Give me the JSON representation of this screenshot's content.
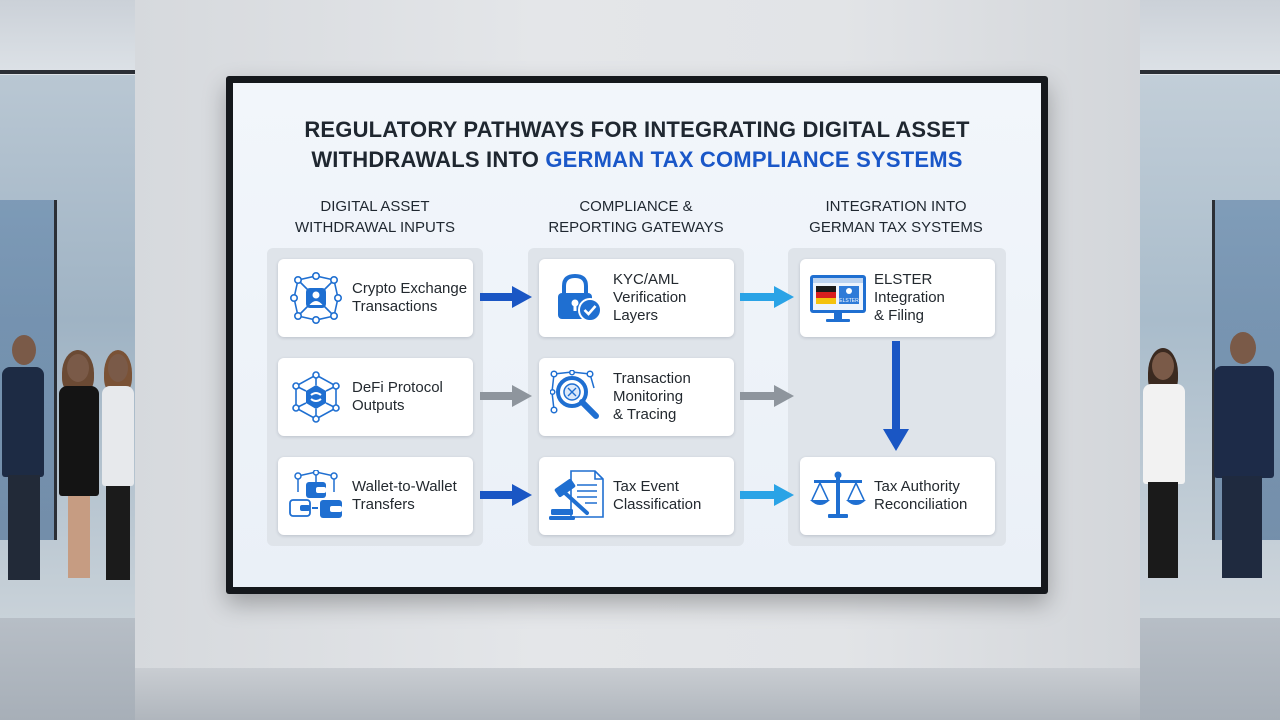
{
  "title": {
    "line1": "REGULATORY PATHWAYS FOR INTEGRATING DIGITAL ASSET",
    "line2_prefix": "WITHDRAWALS INTO ",
    "line2_highlight": "GERMAN TAX COMPLIANCE SYSTEMS"
  },
  "columns": [
    {
      "heading": "DIGITAL ASSET\nWITHDRAWAL INPUTS",
      "cards": [
        {
          "label": "Crypto Exchange\nTransactions",
          "icon": "network-user-icon"
        },
        {
          "label": "DeFi Protocol\nOutputs",
          "icon": "defi-network-icon"
        },
        {
          "label": "Wallet-to-Wallet\nTransfers",
          "icon": "wallet-network-icon"
        }
      ]
    },
    {
      "heading": "COMPLIANCE &\nREPORTING GATEWAYS",
      "cards": [
        {
          "label": "KYC/AML\nVerification\nLayers",
          "icon": "padlock-check-icon"
        },
        {
          "label": "Transaction\nMonitoring\n& Tracing",
          "icon": "magnifier-network-icon"
        },
        {
          "label": "Tax Event\nClassification",
          "icon": "gavel-document-icon"
        }
      ]
    },
    {
      "heading": "INTEGRATION INTO\nGERMAN TAX SYSTEMS",
      "cards": [
        {
          "label": "ELSTER\nIntegration\n& Filing",
          "icon": "monitor-flag-icon"
        },
        {
          "label": "Tax Authority\nReconciliation",
          "icon": "scales-icon"
        }
      ]
    }
  ],
  "monitor_badge_text": "ELSTER",
  "colors": {
    "title_highlight": "#1a57c8",
    "arrow_dark_blue": "#1a56c4",
    "arrow_light_blue": "#2aa3e6",
    "arrow_gray": "#8e959d",
    "icon_blue": "#1f6fd1"
  }
}
